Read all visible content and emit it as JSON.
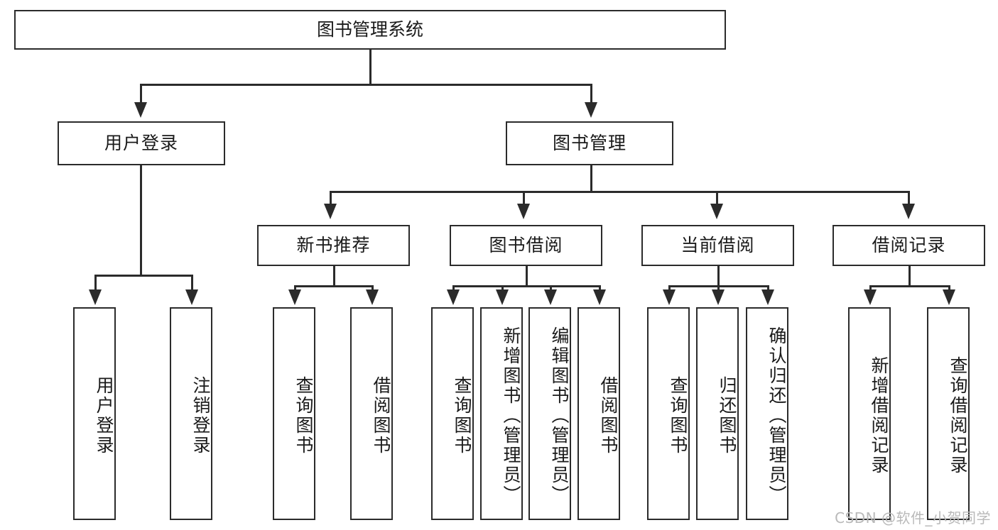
{
  "diagram": {
    "title": "图书管理系统",
    "type": "hierarchy-tree",
    "root": {
      "id": "root",
      "label": "图书管理系统"
    },
    "level1": [
      {
        "id": "user-login",
        "label": "用户登录"
      },
      {
        "id": "book-manage",
        "label": "图书管理"
      }
    ],
    "level2": [
      {
        "id": "new-book-recommend",
        "label": "新书推荐",
        "parent": "book-manage"
      },
      {
        "id": "book-borrow",
        "label": "图书借阅",
        "parent": "book-manage"
      },
      {
        "id": "current-borrow",
        "label": "当前借阅",
        "parent": "book-manage"
      },
      {
        "id": "borrow-record",
        "label": "借阅记录",
        "parent": "book-manage"
      }
    ],
    "leaves": {
      "user_login": [
        {
          "id": "leaf-user-login",
          "label": "用户登录"
        },
        {
          "id": "leaf-user-logout",
          "label": "注销登录"
        }
      ],
      "new_book_recommend": [
        {
          "id": "leaf-query-book-1",
          "label": "查询图书"
        },
        {
          "id": "leaf-borrow-book-1",
          "label": "借阅图书"
        }
      ],
      "book_borrow": [
        {
          "id": "leaf-query-book-2",
          "label": "查询图书"
        },
        {
          "id": "leaf-add-book",
          "label": "新增图书（管理员）"
        },
        {
          "id": "leaf-edit-book",
          "label": "编辑图书（管理员）"
        },
        {
          "id": "leaf-borrow-book-2",
          "label": "借阅图书"
        }
      ],
      "current_borrow": [
        {
          "id": "leaf-query-book-3",
          "label": "查询图书"
        },
        {
          "id": "leaf-return-book",
          "label": "归还图书"
        },
        {
          "id": "leaf-confirm-return",
          "label": "确认归还（管理员）"
        }
      ],
      "borrow_record": [
        {
          "id": "leaf-add-record",
          "label": "新增借阅记录"
        },
        {
          "id": "leaf-query-record",
          "label": "查询借阅记录"
        }
      ]
    }
  },
  "watermark": {
    "text": "CSDN @软件_小贺同学"
  },
  "colors": {
    "stroke": "#2b2b2b",
    "background": "#ffffff",
    "text": "#1a1a1a",
    "watermark": "#b9b9b9"
  }
}
